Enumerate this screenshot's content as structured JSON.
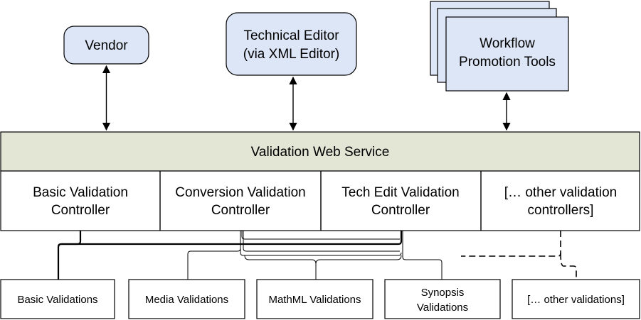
{
  "actors": {
    "vendor": {
      "label": "Vendor"
    },
    "technical_editor": {
      "line1": "Technical Editor",
      "line2": "(via XML Editor)"
    },
    "workflow_tools": {
      "line1": "Workflow",
      "line2": "Promotion Tools"
    }
  },
  "service": {
    "label": "Validation Web Service"
  },
  "controllers": [
    {
      "line1": "Basic Validation",
      "line2": "Controller"
    },
    {
      "line1": "Conversion Validation",
      "line2": "Controller"
    },
    {
      "line1": "Tech Edit Validation",
      "line2": "Controller"
    },
    {
      "line1": "[… other validation",
      "line2": "controllers]"
    }
  ],
  "validations": [
    {
      "line1": "Basic Validations",
      "line2": ""
    },
    {
      "line1": "Media Validations",
      "line2": ""
    },
    {
      "line1": "MathML Validations",
      "line2": ""
    },
    {
      "line1": "Synopsis",
      "line2": "Validations"
    },
    {
      "line1": "[… other validations]",
      "line2": ""
    }
  ],
  "colors": {
    "actor_fill": "#dde6f6",
    "service_fill": "#e3e6d5",
    "stroke": "#000000"
  }
}
